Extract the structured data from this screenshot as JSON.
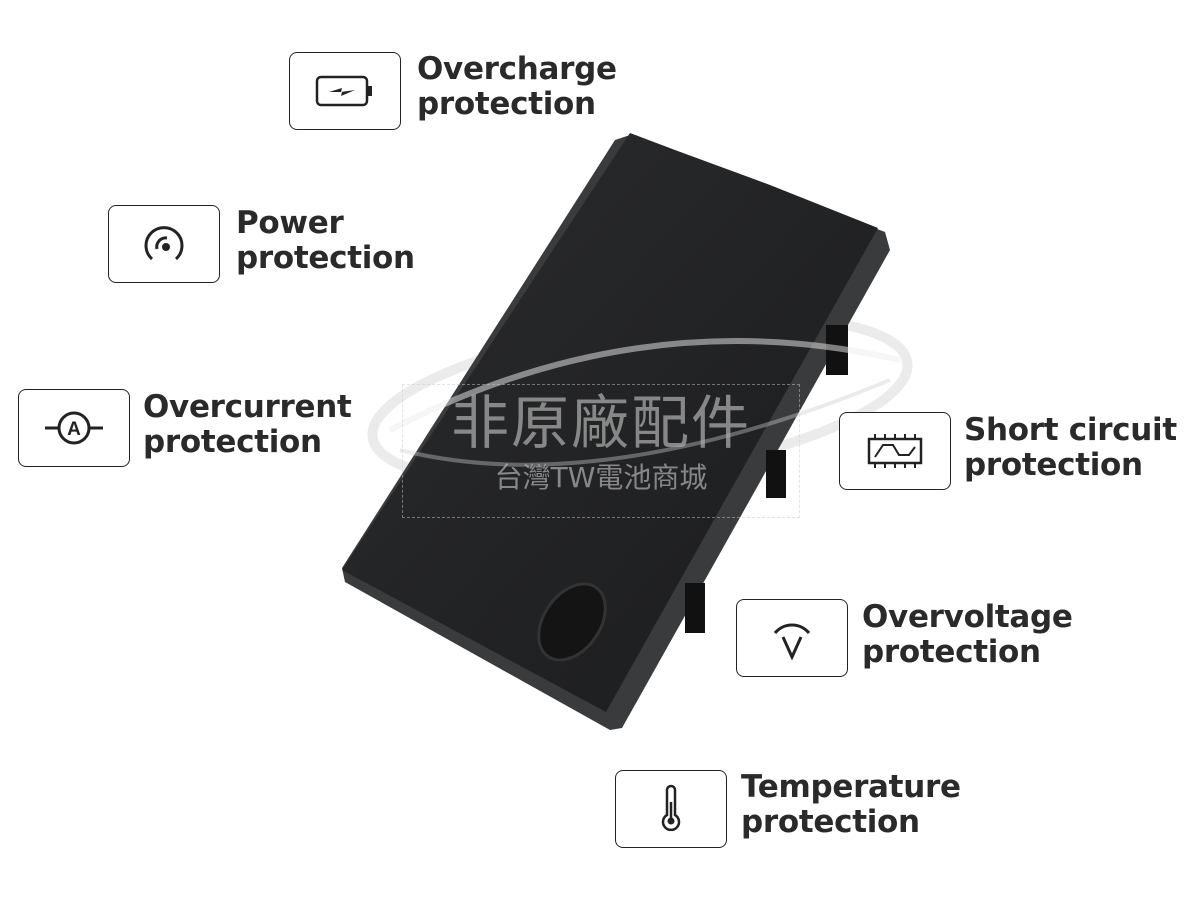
{
  "features": [
    {
      "icon": "battery-charge-icon",
      "line1": "Overcharge",
      "line2": "protection"
    },
    {
      "icon": "gauge-icon",
      "line1": "Power",
      "line2": "protection"
    },
    {
      "icon": "ammeter-icon",
      "line1": "Overcurrent",
      "line2": "protection"
    },
    {
      "icon": "circuit-board-icon",
      "line1": "Short circuit",
      "line2": "protection"
    },
    {
      "icon": "voltage-icon",
      "line1": "Overvoltage",
      "line2": "protection"
    },
    {
      "icon": "thermometer-icon",
      "line1": "Temperature",
      "line2": "protection"
    }
  ],
  "watermark": {
    "line1": "非原廠配件",
    "line2": "台灣TW電池商城"
  }
}
